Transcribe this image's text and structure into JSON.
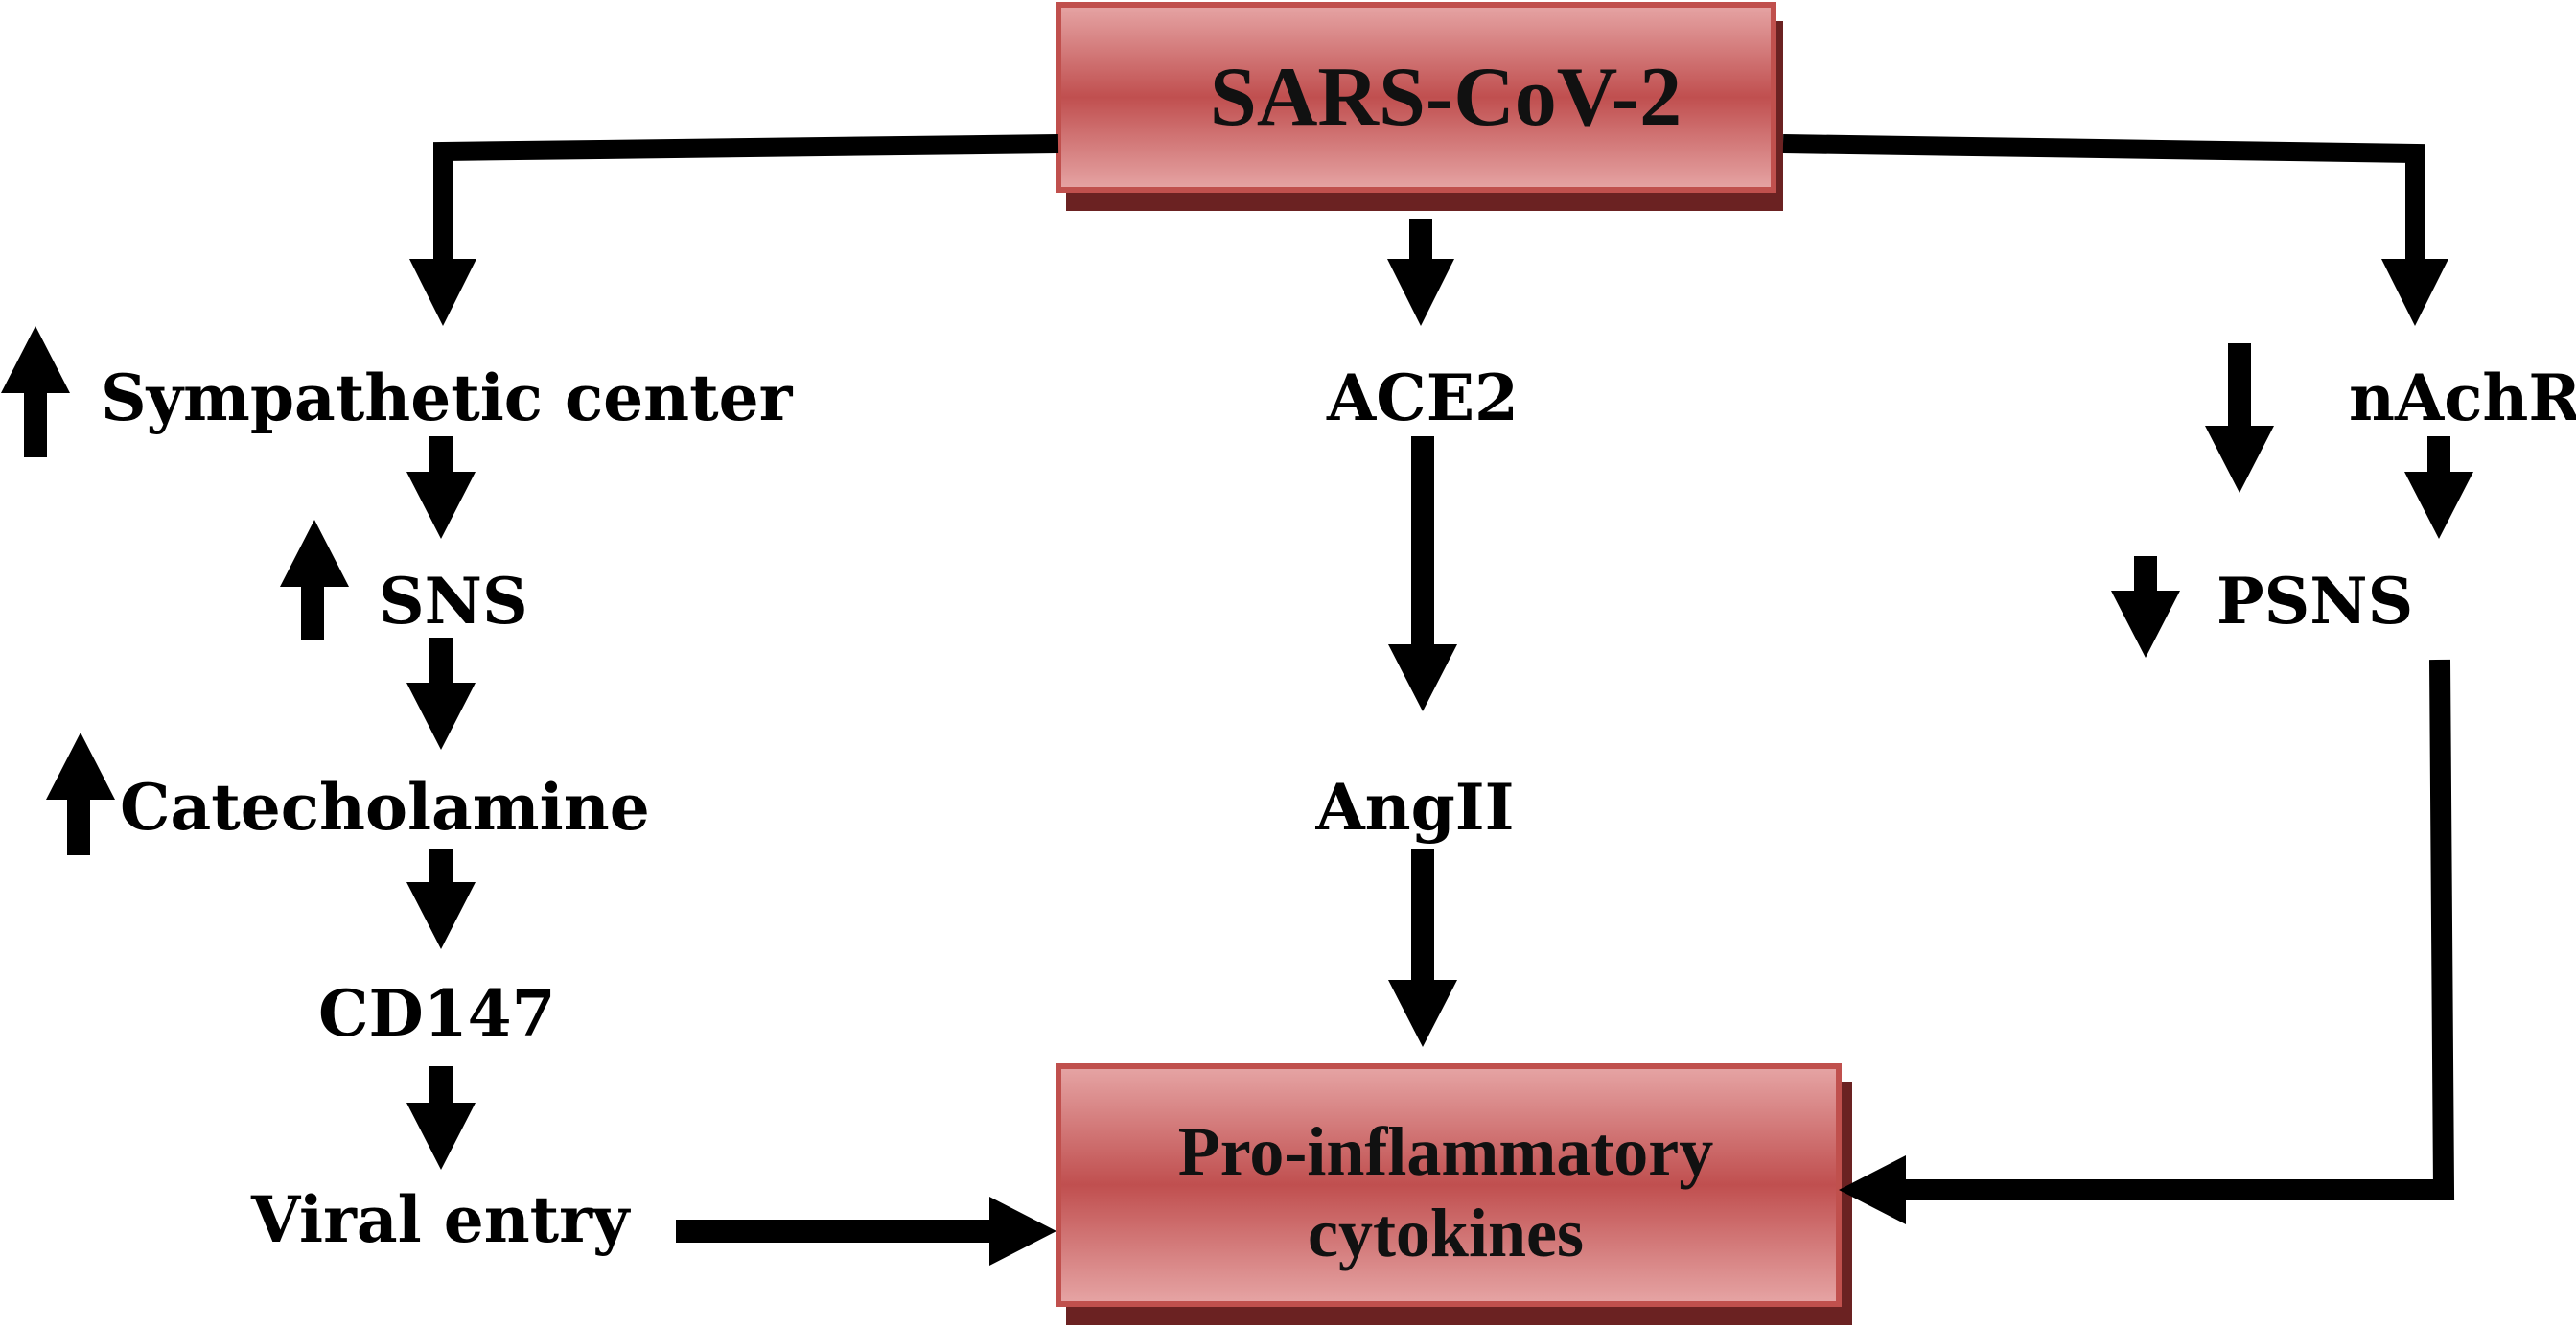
{
  "top_box": {
    "label": "SARS-CoV-2"
  },
  "bottom_box": {
    "line1": "Pro-inflammatory",
    "line2": "cytokines"
  },
  "left_chain": {
    "sympathetic_center": "Sympathetic center",
    "sns": "SNS",
    "catecholamine": "Catecholamine",
    "cd147": "CD147",
    "viral_entry": "Viral entry"
  },
  "middle_chain": {
    "ace2": "ACE2",
    "angii": "AngII"
  },
  "right_chain": {
    "nachr": "nAchR",
    "psns": "PSNS"
  },
  "colors": {
    "box_fill_dark": "#c04f4f",
    "box_fill_light": "#e6a5a5",
    "box_border": "#c0504d",
    "box_shadow": "#6b2222",
    "arrow": "#000000"
  }
}
